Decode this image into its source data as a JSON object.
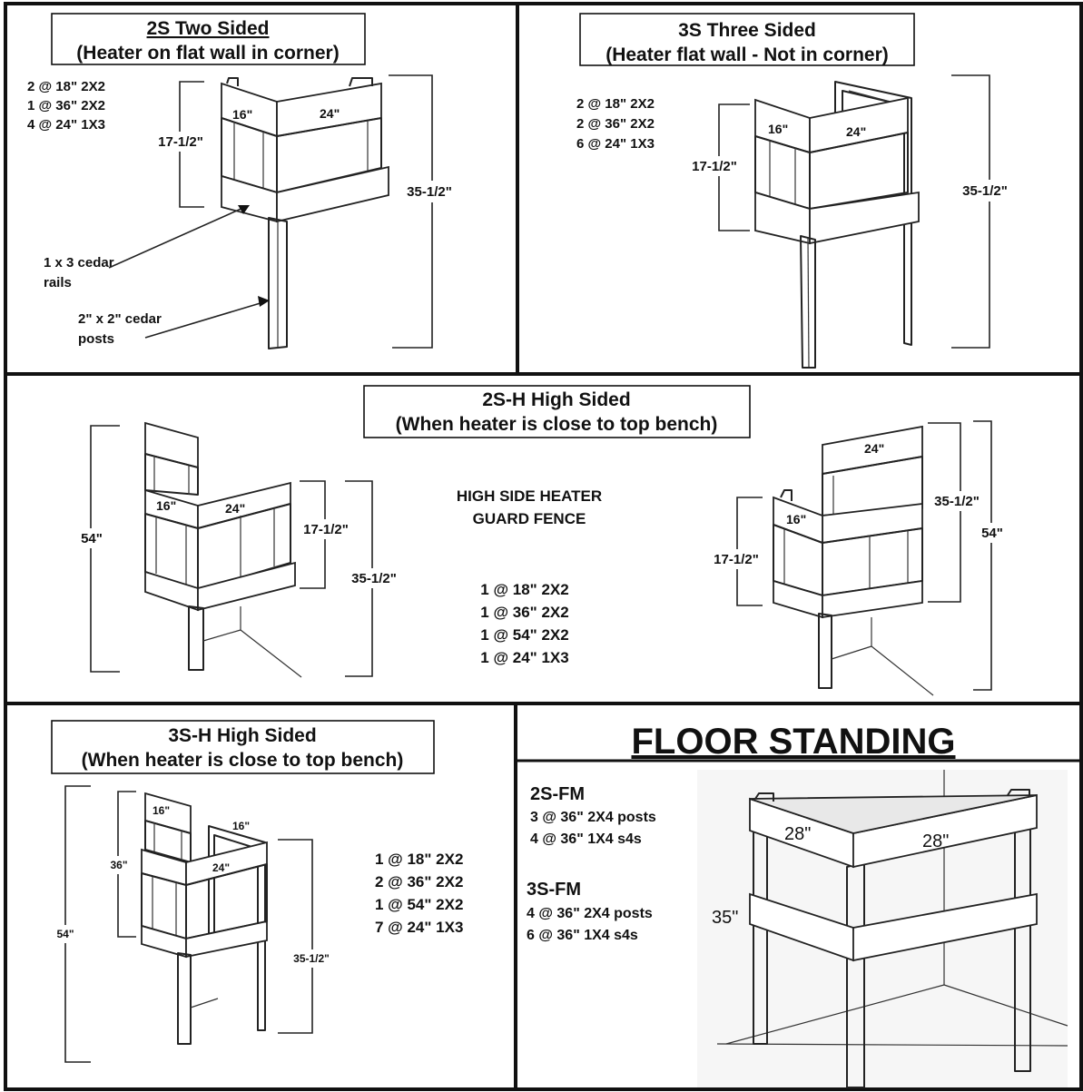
{
  "panels": {
    "two_sided": {
      "title": "2S  Two Sided",
      "subtitle": "(Heater on flat wall in corner)",
      "materials": [
        "2 @ 18\" 2X2",
        "1 @ 36\" 2X2",
        "4 @ 24\" 1X3"
      ],
      "dims": {
        "short_side": "16\"",
        "long_side": "24\"",
        "rail_height": "17-1/2\"",
        "total_height": "35-1/2\""
      },
      "callouts": {
        "rails_line1": "1 x 3 cedar",
        "rails_line2": "rails",
        "posts_line1": "2\" x 2\" cedar",
        "posts_line2": "posts"
      }
    },
    "three_sided": {
      "title": "3S Three Sided",
      "subtitle": "(Heater flat wall - Not in corner)",
      "materials": [
        "2 @ 18\" 2X2",
        "2 @ 36\" 2X2",
        "6 @ 24\" 1X3"
      ],
      "dims": {
        "short_side": "16\"",
        "long_side": "24\"",
        "rail_height": "17-1/2\"",
        "total_height": "35-1/2\""
      }
    },
    "two_sided_high": {
      "title": "2S-H High Sided",
      "subtitle": "(When heater is close to top bench)",
      "center_line1": "HIGH SIDE HEATER",
      "center_line2": "GUARD FENCE",
      "materials": [
        "1 @ 18\" 2X2",
        "1 @ 36\" 2X2",
        "1 @ 54\" 2X2",
        "1 @ 24\" 1X3"
      ],
      "left_dims": {
        "total": "54\"",
        "short_side": "16\"",
        "long_side": "24\"",
        "rail_height": "17-1/2\"",
        "mid_height": "35-1/2\""
      },
      "right_dims": {
        "long_side": "24\"",
        "short_side": "16\"",
        "rail_height": "17-1/2\"",
        "mid_height": "35-1/2\"",
        "total": "54\""
      }
    },
    "three_sided_high": {
      "title": "3S-H High Sided",
      "subtitle": "(When heater is close to top bench)",
      "materials": [
        "1 @ 18\" 2X2",
        "2 @ 36\" 2X2",
        "1 @ 54\" 2X2",
        "7 @ 24\" 1X3"
      ],
      "dims": {
        "top_side": "16\"",
        "far_side": "16\"",
        "front": "24\"",
        "upper": "36\"",
        "total": "54\"",
        "right_height": "35-1/2\""
      }
    },
    "floor_standing": {
      "title": "FLOOR STANDING",
      "fm2_title": "2S-FM",
      "fm2_materials": [
        "3 @ 36\" 2X4 posts",
        "4 @ 36\" 1X4 s4s"
      ],
      "fm3_title": "3S-FM",
      "fm3_materials": [
        "4 @ 36\" 2X4 posts",
        "6 @ 36\" 1X4 s4s"
      ],
      "dims": {
        "left": "28\"",
        "right": "28\"",
        "height": "35\""
      }
    }
  }
}
